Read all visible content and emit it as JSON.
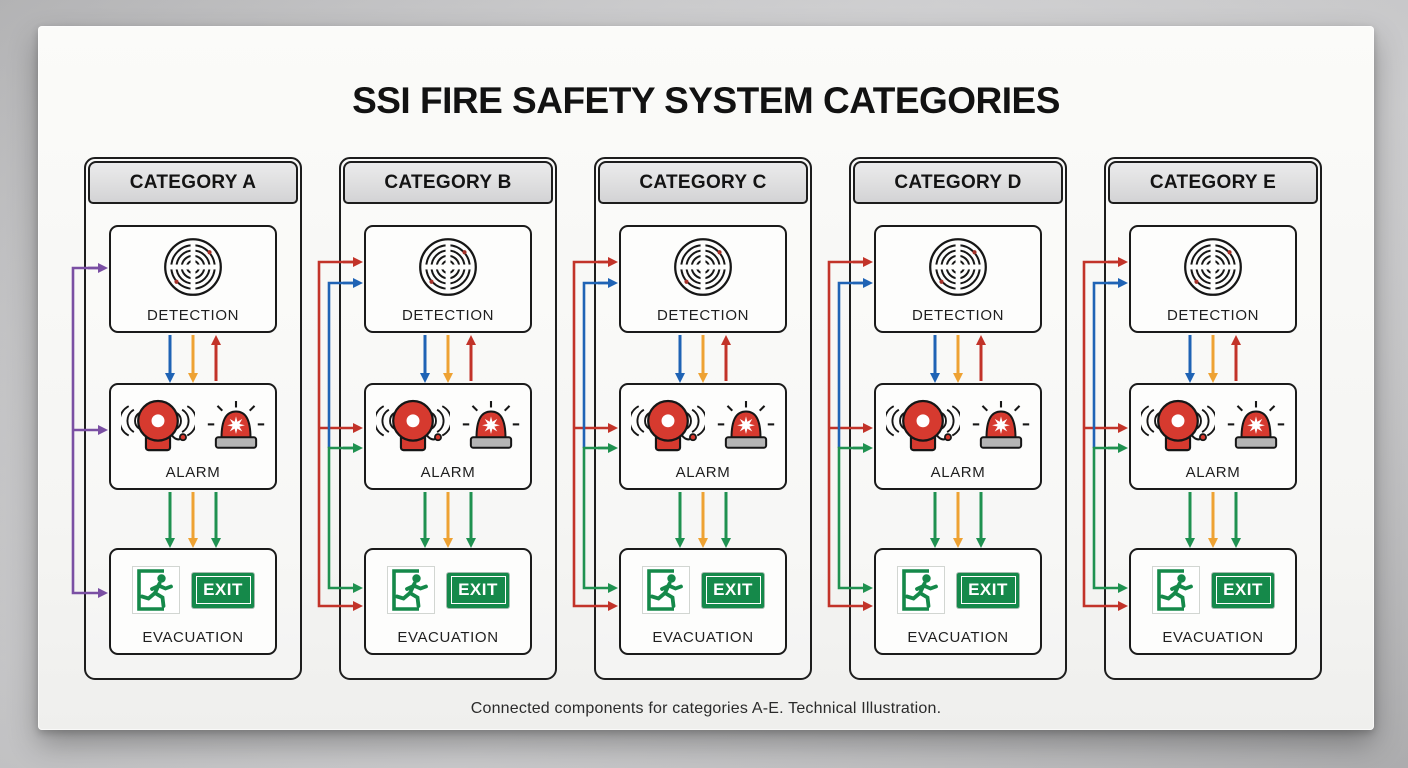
{
  "board": {
    "title": "SSI FIRE SAFETY SYSTEM CATEGORIES",
    "caption": "Connected components for categories A-E. Technical Illustration."
  },
  "categories": [
    {
      "label": "CATEGORY A",
      "detection_label": "DETECTION",
      "alarm_label": "ALARM",
      "evacuation_label": "EVACUATION",
      "exit_sign_text": "EXIT",
      "connector": "purple loop into detection, alarm, evacuation"
    },
    {
      "label": "CATEGORY B",
      "detection_label": "DETECTION",
      "alarm_label": "ALARM",
      "evacuation_label": "EVACUATION",
      "exit_sign_text": "EXIT",
      "connector": "red full-height; blue detection-to-alarm; green alarm-to-evacuation"
    },
    {
      "label": "CATEGORY C",
      "detection_label": "DETECTION",
      "alarm_label": "ALARM",
      "evacuation_label": "EVACUATION",
      "exit_sign_text": "EXIT",
      "connector": "red full-height; blue detection-to-alarm; green alarm-to-evacuation"
    },
    {
      "label": "CATEGORY D",
      "detection_label": "DETECTION",
      "alarm_label": "ALARM",
      "evacuation_label": "EVACUATION",
      "exit_sign_text": "EXIT",
      "connector": "red full-height; blue detection-to-alarm; green alarm-to-evacuation"
    },
    {
      "label": "CATEGORY E",
      "detection_label": "DETECTION",
      "alarm_label": "ALARM",
      "evacuation_label": "EVACUATION",
      "exit_sign_text": "EXIT",
      "connector": "red full-height; blue detection-to-alarm; green alarm-to-evacuation"
    }
  ],
  "internal_flows": {
    "detection_to_alarm": [
      "blue down",
      "orange down",
      "red up"
    ],
    "alarm_to_evacuation": [
      "green down",
      "orange down",
      "green down"
    ]
  },
  "icons": [
    "smoke-detector-icon",
    "alarm-bell-icon",
    "siren-beacon-icon",
    "running-man-exit-icon",
    "exit-sign"
  ],
  "colors": {
    "red": "#c23329",
    "blue": "#1f63b5",
    "green": "#1f9150",
    "orange": "#eea233",
    "purple": "#7a4fa3",
    "sign_green": "#15894a",
    "alarm_red": "#d63a2f",
    "siren_base_gray": "#b5b5b5"
  }
}
